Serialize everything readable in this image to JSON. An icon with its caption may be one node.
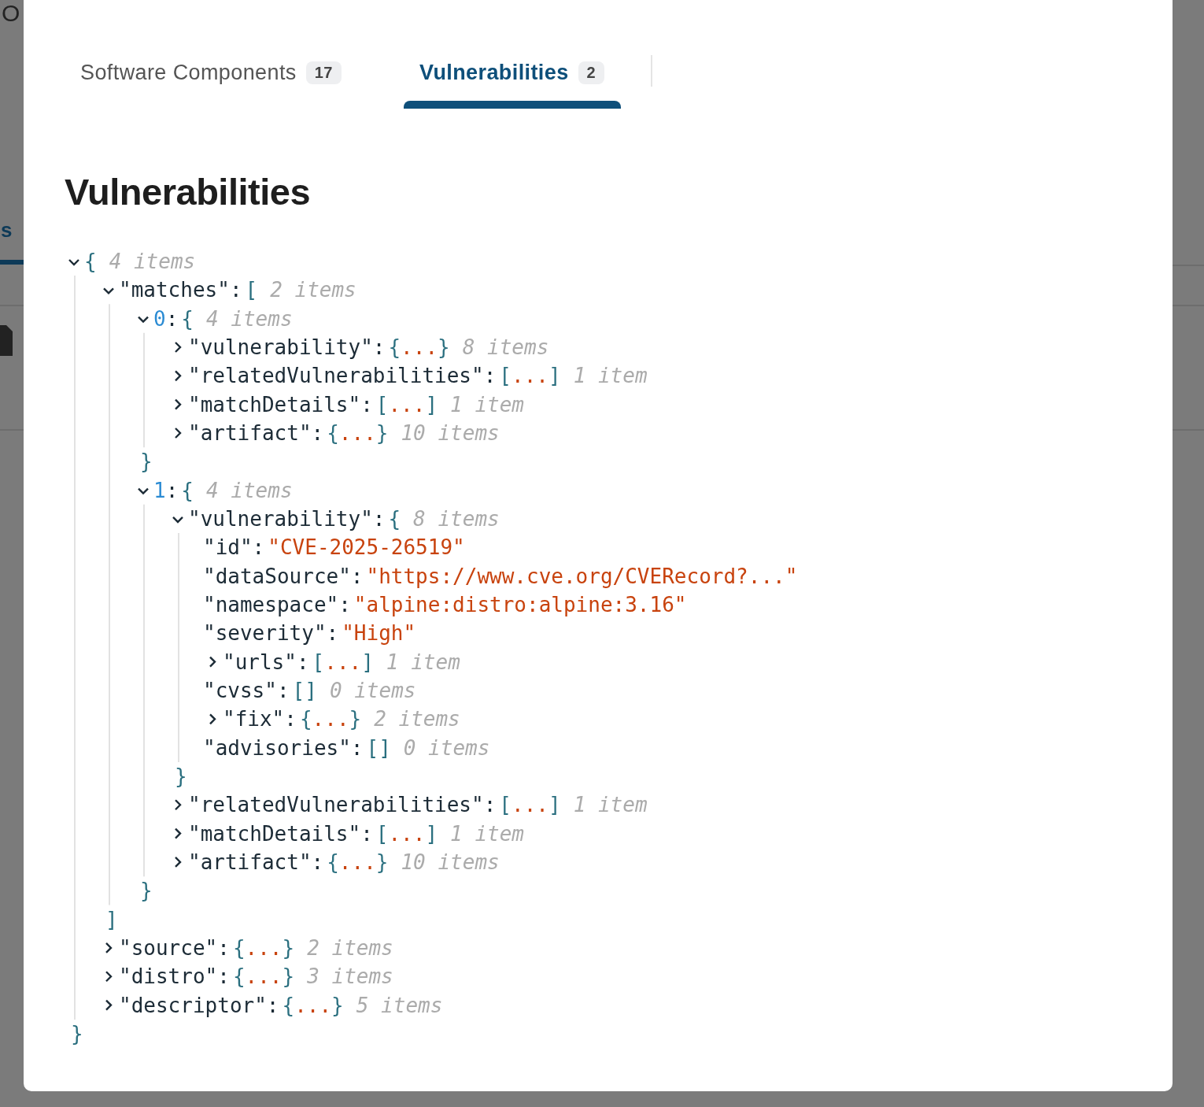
{
  "diagram": {
    "title": "Vulnerabilities",
    "labels": [
      "O",
      "Software Components",
      "17",
      "Vulnerabilities",
      "2",
      "s",
      "{",
      "4 items",
      "\"matches\":",
      "[",
      "2 items",
      "0:",
      "{",
      "4 items",
      "\"vulnerability\":",
      "{...}",
      "8 items",
      "\"relatedVulnerabilities\":",
      "[...]",
      "1 item",
      "\"matchDetails\":",
      "[...]",
      "1 item",
      "\"artifact\":",
      "{...}",
      "10 items",
      "}",
      "1:",
      "{",
      "4 items",
      "\"vulnerability\":",
      "{",
      "8 items",
      "\"id\":",
      "\"CVE-2025-26519\"",
      "\"dataSource\":",
      "\"https://www.cve.org/CVERecord?...\"",
      "\"namespace\":",
      "\"alpine:distro:alpine:3.16\"",
      "\"severity\":",
      "\"High\"",
      "\"urls\":",
      "[...]",
      "1 item",
      "\"cvss\":",
      "[]",
      "0 items",
      "\"fix\":",
      "{...}",
      "2 items",
      "\"advisories\":",
      "[]",
      "0 items",
      "}",
      "\"relatedVulnerabilities\":",
      "[...]",
      "1 item",
      "\"matchDetails\":",
      "[...]",
      "1 item",
      "\"artifact\":",
      "{...}",
      "10 items",
      "}",
      "]",
      "\"source\":",
      "{...}",
      "2 items",
      "\"distro\":",
      "{...}",
      "3 items",
      "\"descriptor\":",
      "{...}",
      "5 items",
      "}"
    ]
  }
}
